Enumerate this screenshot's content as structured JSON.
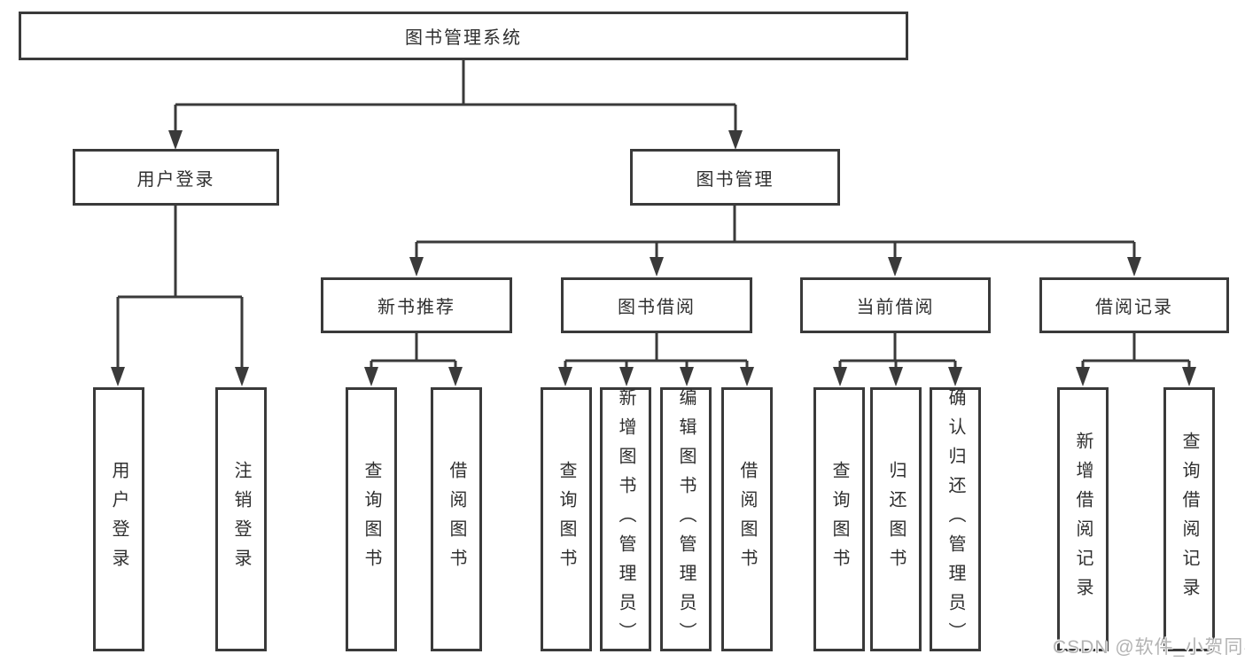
{
  "diagram": {
    "root": {
      "label": "图书管理系统"
    },
    "level1": [
      {
        "id": "user-login",
        "label": "用户登录"
      },
      {
        "id": "book-management",
        "label": "图书管理"
      }
    ],
    "level2": [
      {
        "id": "new-book-recommend",
        "label": "新书推荐"
      },
      {
        "id": "book-borrowing",
        "label": "图书借阅"
      },
      {
        "id": "current-borrowing",
        "label": "当前借阅"
      },
      {
        "id": "borrowing-records",
        "label": "借阅记录"
      }
    ],
    "leaves": [
      {
        "id": "user-login-leaf",
        "label": "用户登录"
      },
      {
        "id": "logout",
        "label": "注销登录"
      },
      {
        "id": "recommend-query-books",
        "label": "查询图书"
      },
      {
        "id": "recommend-borrow-books",
        "label": "借阅图书"
      },
      {
        "id": "borrowing-query-books",
        "label": "查询图书"
      },
      {
        "id": "borrowing-add-books",
        "label": "新增图书（管理员）"
      },
      {
        "id": "borrowing-edit-books",
        "label": "编辑图书（管理员）"
      },
      {
        "id": "borrowing-borrow-books",
        "label": "借阅图书"
      },
      {
        "id": "current-query-books",
        "label": "查询图书"
      },
      {
        "id": "current-return-books",
        "label": "归还图书"
      },
      {
        "id": "current-confirm-return",
        "label": "确认归还（管理员）"
      },
      {
        "id": "records-add-record",
        "label": "新增借阅记录"
      },
      {
        "id": "records-query-record",
        "label": "查询借阅记录"
      }
    ],
    "colors": {
      "line": "#3a3a3a",
      "text": "#2f2f2f",
      "watermark": "#b3b3b3",
      "background": "#ffffff"
    },
    "watermark": "CSDN @软件_小贺同学"
  }
}
